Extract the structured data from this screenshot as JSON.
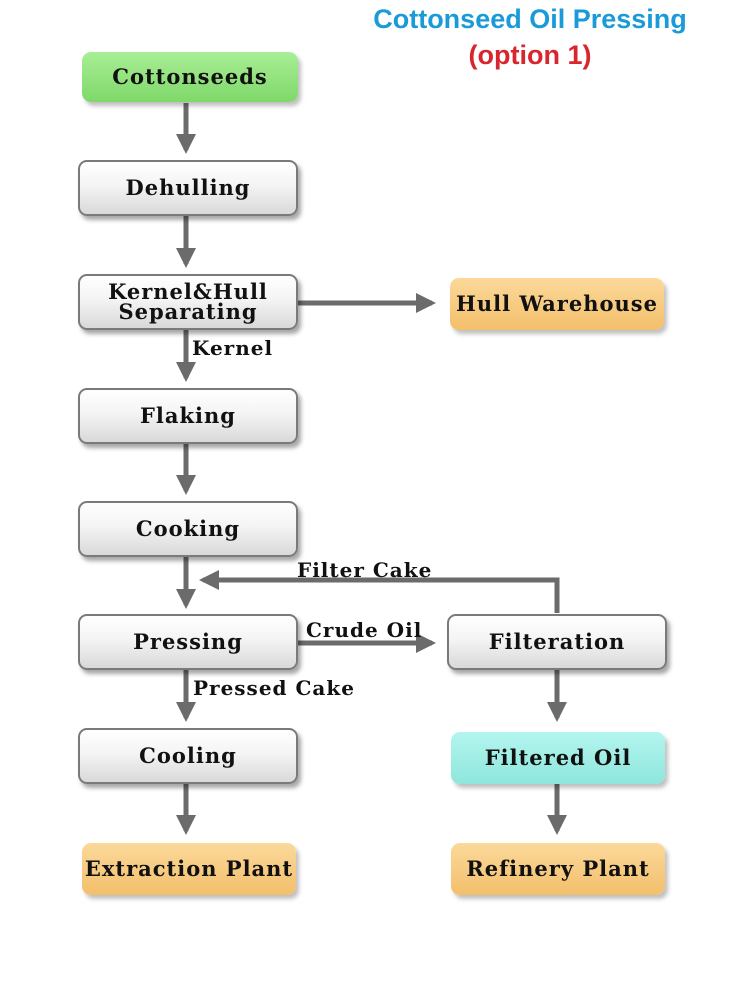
{
  "title": {
    "line1": "Cottonseed Oil Pressing",
    "line2": "(option 1)",
    "line1_color": "#1a9bd7",
    "line2_color": "#d8262e"
  },
  "nodes": {
    "cottonseeds": "Cottonseeds",
    "dehulling": "Dehulling",
    "kernel_hull_line1": "Kernel&Hull",
    "kernel_hull_line2": "Separating",
    "hull_warehouse": "Hull Warehouse",
    "flaking": "Flaking",
    "cooking": "Cooking",
    "pressing": "Pressing",
    "filteration": "Filteration",
    "cooling": "Cooling",
    "filtered_oil": "Filtered Oil",
    "extraction_plant": "Extraction Plant",
    "refinery_plant": "Refinery Plant"
  },
  "edge_labels": {
    "kernel": "Kernel",
    "filter_cake": "Filter Cake",
    "crude_oil": "Crude Oil",
    "pressed_cake": "Pressed Cake"
  },
  "colors": {
    "arrow": "#6b6b6b",
    "start_node": "#8fe07a",
    "end_node": "#f6c97a",
    "filtered_oil_node": "#9eeee6",
    "process_node": "#e8e8e8"
  }
}
